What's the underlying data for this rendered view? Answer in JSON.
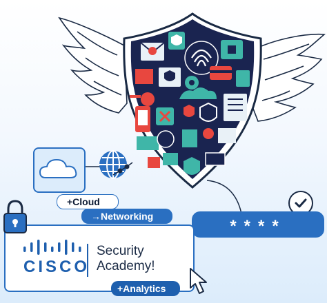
{
  "buttons": {
    "cloud": "+Cloud",
    "networking": "→Networking",
    "analytics": "+Analytics"
  },
  "password": {
    "mask": "****"
  },
  "brand": {
    "logo_text": "CISCO",
    "product_line1": "Security",
    "product_line2": "Academy!"
  },
  "colors": {
    "accent": "#2a6fc1",
    "navy": "#1a2450",
    "brand_blue": "#1e5fae"
  },
  "icons": [
    "wings-icon",
    "shield-icon",
    "cloud-icon",
    "globe-icon",
    "lock-icon",
    "check-icon",
    "cursor-icon",
    "fingerprint-icon"
  ]
}
